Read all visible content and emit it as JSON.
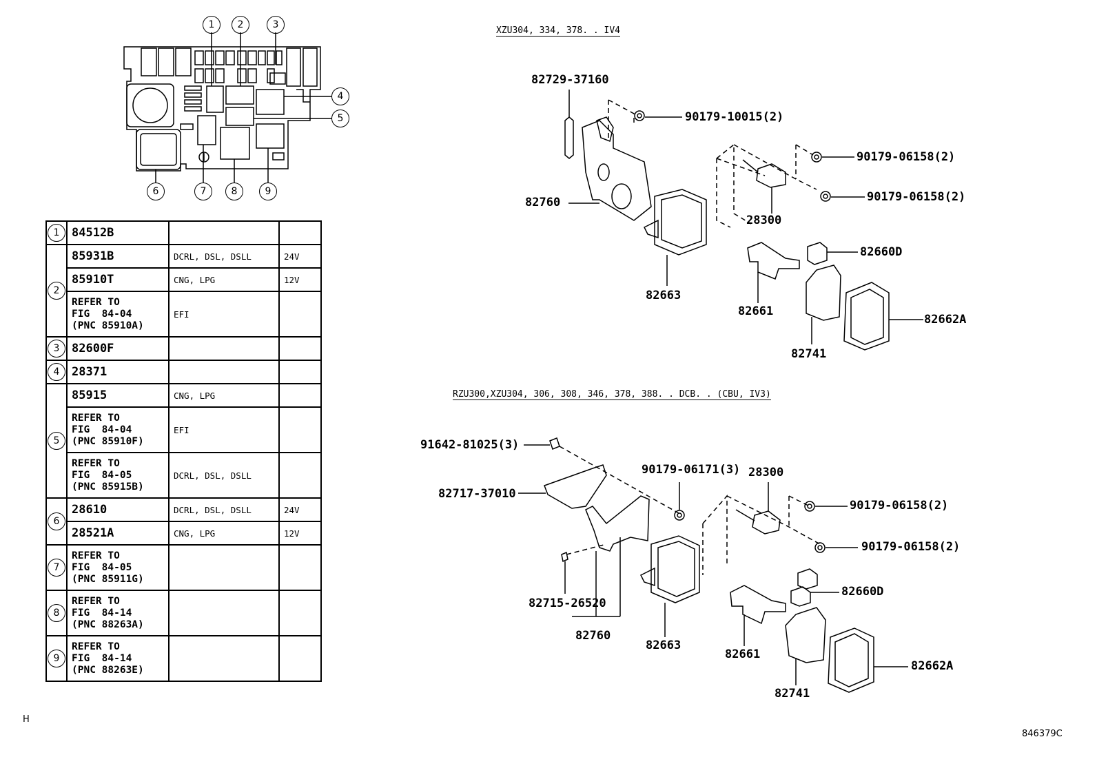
{
  "key_callouts": [
    "1",
    "2",
    "3",
    "4",
    "5",
    "6",
    "7",
    "8",
    "9"
  ],
  "table": {
    "rows": [
      {
        "num": "1",
        "entries": [
          {
            "pn": "84512B",
            "cond": "",
            "volt": ""
          }
        ]
      },
      {
        "num": "2",
        "entries": [
          {
            "pn": "85931B",
            "cond": "DCRL, DSL, DSLL",
            "volt": "24V"
          },
          {
            "pn": "85910T",
            "cond": "CNG, LPG",
            "volt": "12V"
          },
          {
            "pn": "REFER TO\nFIG  84-04\n(PNC 85910A)",
            "cond": "EFI",
            "volt": ""
          }
        ]
      },
      {
        "num": "3",
        "entries": [
          {
            "pn": "82600F",
            "cond": "",
            "volt": ""
          }
        ]
      },
      {
        "num": "4",
        "entries": [
          {
            "pn": "28371",
            "cond": "",
            "volt": ""
          }
        ]
      },
      {
        "num": "5",
        "entries": [
          {
            "pn": "85915",
            "cond": "CNG, LPG",
            "volt": ""
          },
          {
            "pn": "REFER TO\nFIG  84-04\n(PNC 85910F)",
            "cond": "EFI",
            "volt": ""
          },
          {
            "pn": "REFER TO\nFIG  84-05\n(PNC 85915B)",
            "cond": "DCRL, DSL, DSLL",
            "volt": ""
          }
        ]
      },
      {
        "num": "6",
        "entries": [
          {
            "pn": "28610",
            "cond": "DCRL, DSL, DSLL",
            "volt": "24V"
          },
          {
            "pn": "28521A",
            "cond": "CNG, LPG",
            "volt": "12V"
          }
        ]
      },
      {
        "num": "7",
        "entries": [
          {
            "pn": "REFER TO\nFIG  84-05\n(PNC 85911G)",
            "cond": "",
            "volt": ""
          }
        ]
      },
      {
        "num": "8",
        "entries": [
          {
            "pn": "REFER TO\nFIG  84-14\n(PNC 88263A)",
            "cond": "",
            "volt": ""
          }
        ]
      },
      {
        "num": "9",
        "entries": [
          {
            "pn": "REFER TO\nFIG  84-14\n(PNC 88263E)",
            "cond": "",
            "volt": ""
          }
        ]
      }
    ]
  },
  "top_assembly": {
    "header": "XZU304, 334, 378. . IV4",
    "labels": {
      "l1": "82729-37160",
      "l2": "90179-10015(2)",
      "l3": "90179-06158(2)",
      "l4": "90179-06158(2)",
      "l5": "82760",
      "l6": "28300",
      "l7": "82660D",
      "l8": "82663",
      "l9": "82661",
      "l10": "82662A",
      "l11": "82741"
    }
  },
  "bottom_assembly": {
    "header": "RZU300,XZU304, 306, 308, 346, 378, 388. . DCB. . (CBU, IV3)",
    "labels": {
      "l1": "91642-81025(3)",
      "l2": "90179-06171(3)",
      "l3": "28300",
      "l4": "82717-37010",
      "l5": "90179-06158(2)",
      "l6": "90179-06158(2)",
      "l7": "82660D",
      "l8": "82715-26520",
      "l9": "82760",
      "l10": "82663",
      "l11": "82661",
      "l12": "82662A",
      "l13": "82741"
    }
  },
  "footer": {
    "left": "H",
    "right": "846379C"
  }
}
